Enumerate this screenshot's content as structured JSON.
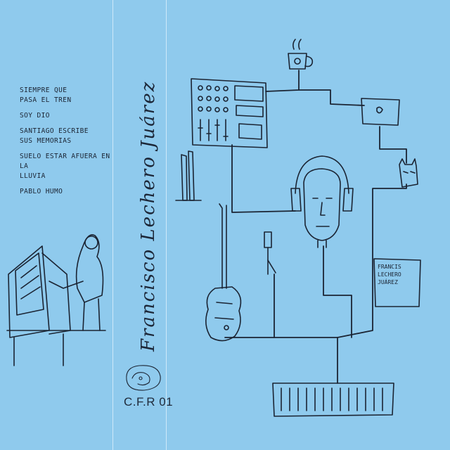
{
  "tracklist": [
    {
      "title": "Siempre que\npasa el tren"
    },
    {
      "title": "Soy Dio"
    },
    {
      "title": "Santiago escribe\nsus memorias"
    },
    {
      "title": "Suelo estar afuera en la\nlluvia"
    },
    {
      "title": "Pablo Humo"
    }
  ],
  "spine": {
    "artist": "Francisco Lechero Juárez"
  },
  "catalog": "C.F.R 01",
  "sign": {
    "text": "Francis\nLechero\nJuárez"
  },
  "colors": {
    "paper": "#8fcaed",
    "ink": "#1b2433"
  }
}
